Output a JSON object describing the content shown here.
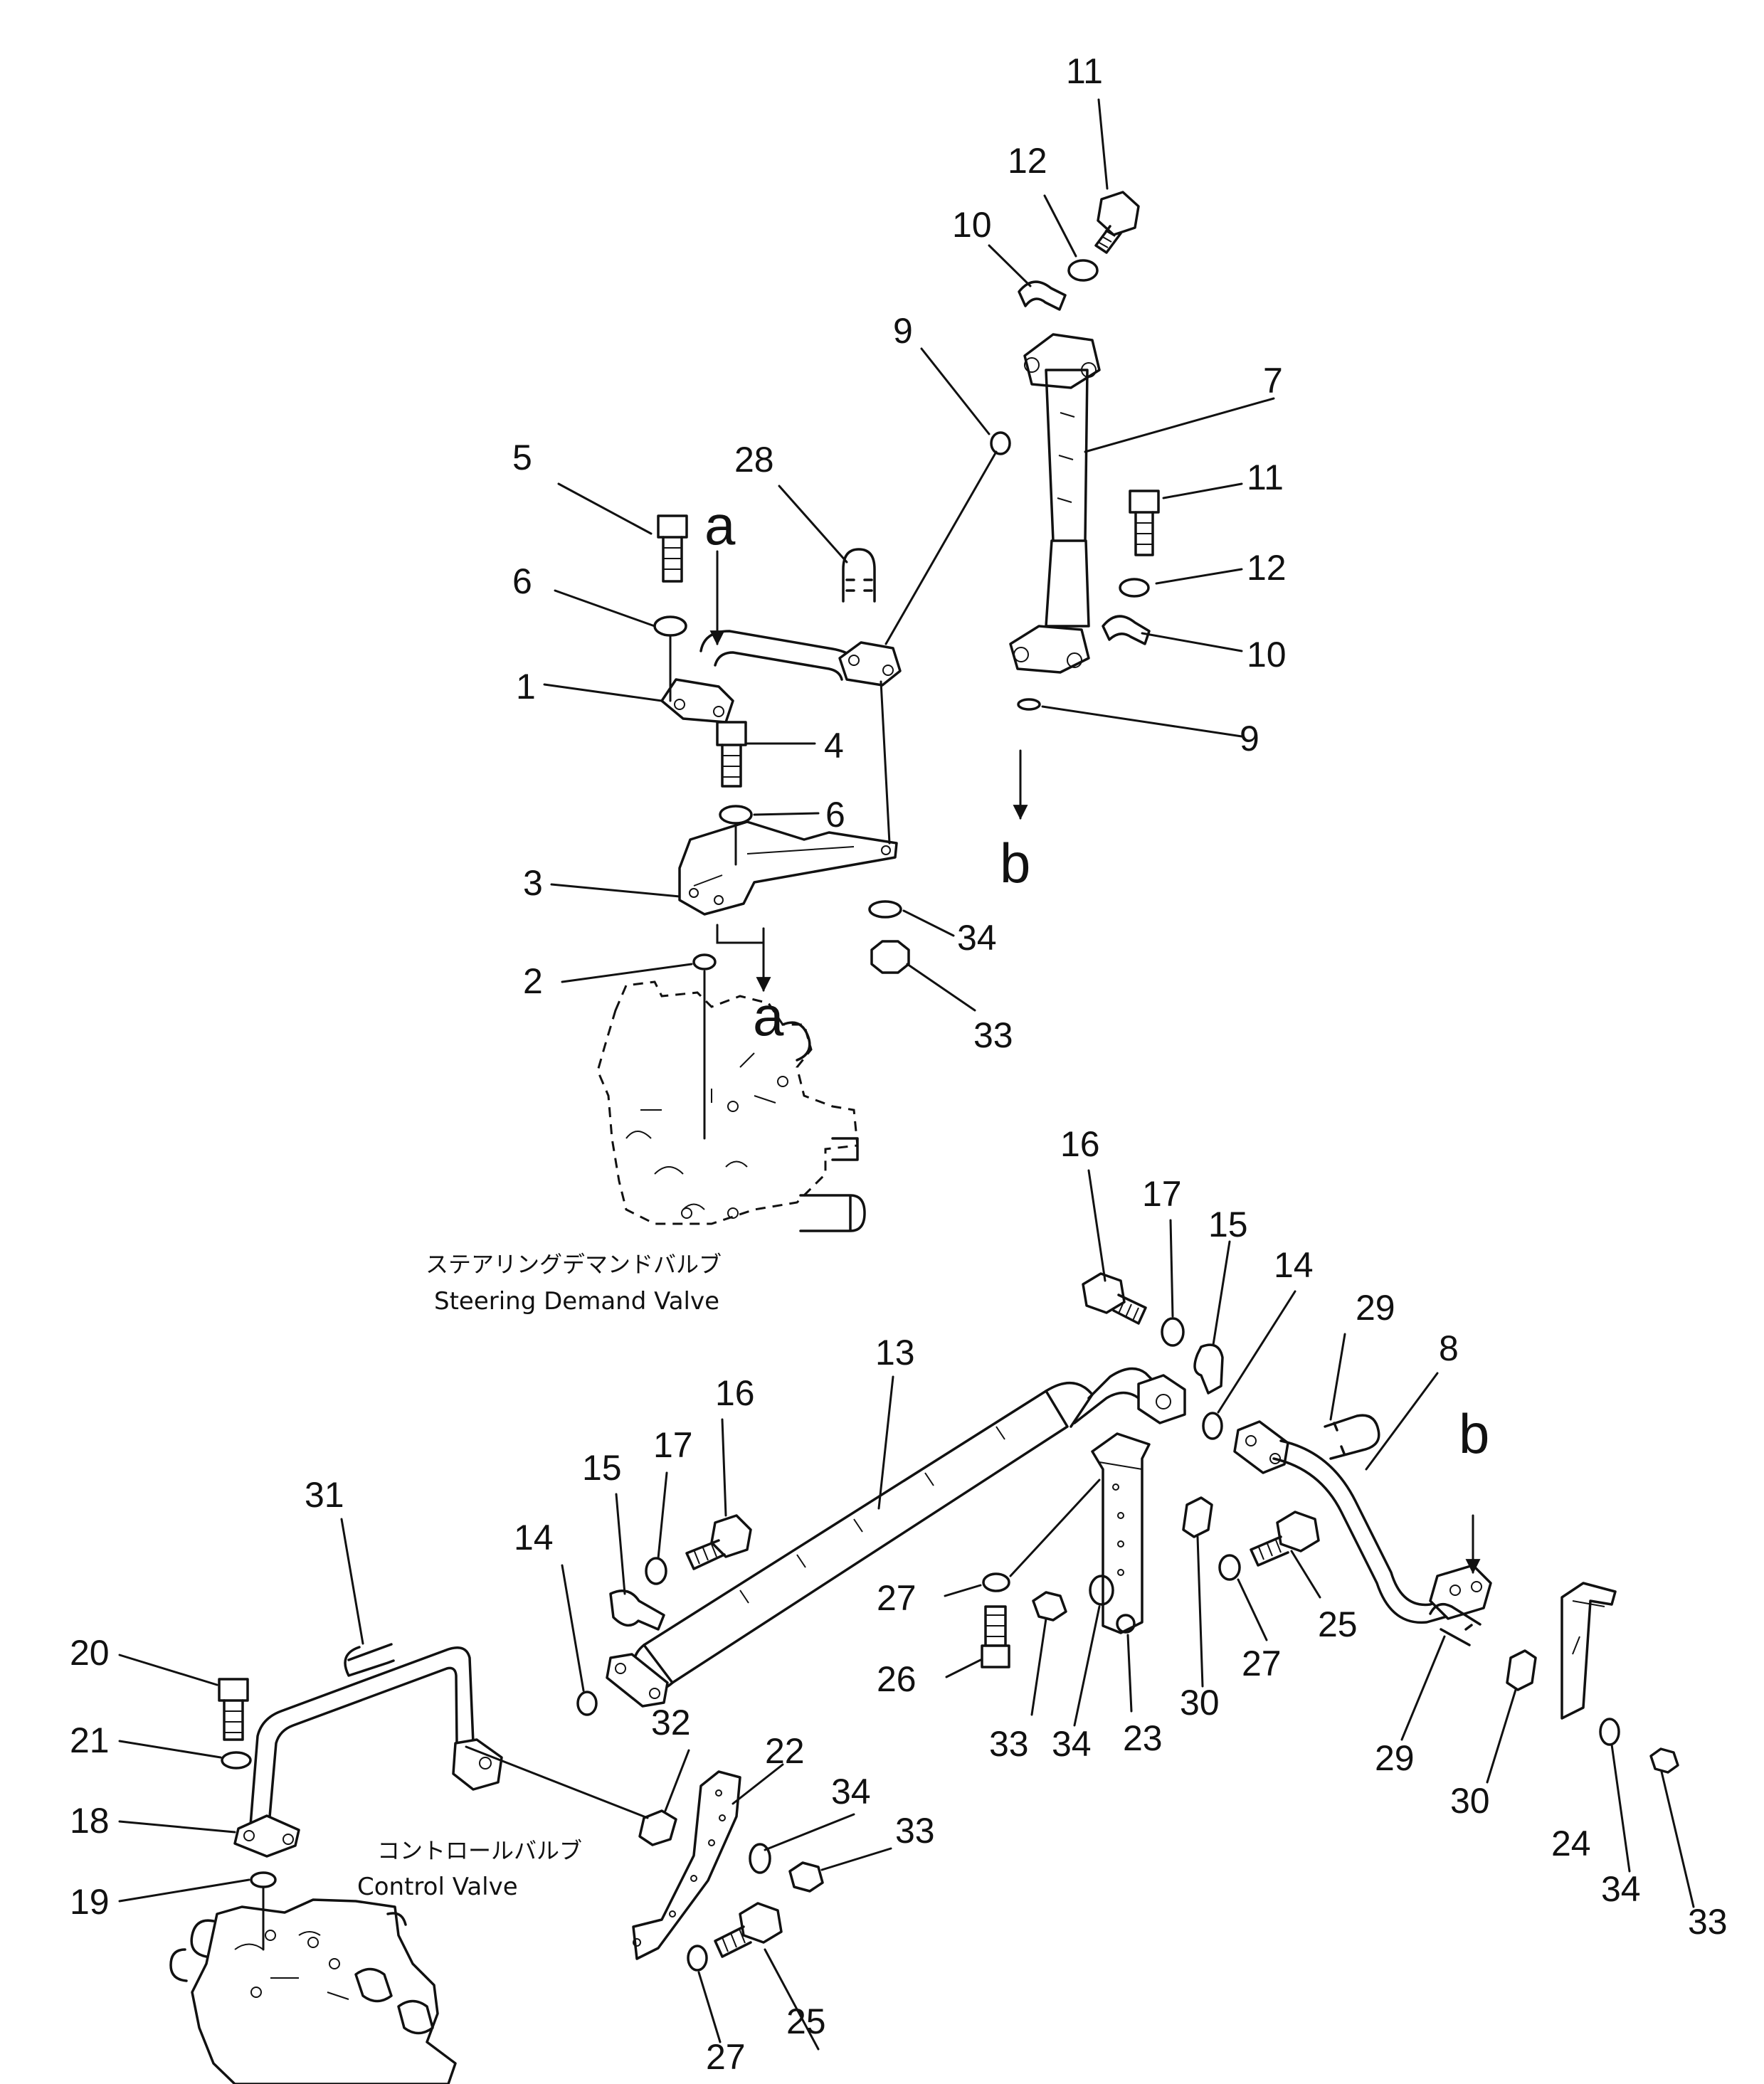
{
  "captions": {
    "steering_jp": "ステアリングデマンドバルブ",
    "steering_en": "Steering Demand Valve",
    "control_jp": "コントロールバルブ",
    "control_en": "Control Valve"
  },
  "arrow_labels": {
    "a_top": "a",
    "a_bottom": "a",
    "b_top": "b",
    "b_bottom": "b"
  },
  "callouts": {
    "c1": "1",
    "c2": "2",
    "c3": "3",
    "c4": "4",
    "c5": "5",
    "c6a": "6",
    "c6b": "6",
    "c7": "7",
    "c8": "8",
    "c9a": "9",
    "c9b": "9",
    "c10a": "10",
    "c10b": "10",
    "c11a": "11",
    "c11b": "11",
    "c12a": "12",
    "c12b": "12",
    "c13": "13",
    "c14a": "14",
    "c14b": "14",
    "c15a": "15",
    "c15b": "15",
    "c16a": "16",
    "c16b": "16",
    "c17a": "17",
    "c17b": "17",
    "c18": "18",
    "c19": "19",
    "c20": "20",
    "c21": "21",
    "c22": "22",
    "c23": "23",
    "c24": "24",
    "c25a": "25",
    "c25b": "25",
    "c26": "26",
    "c27a": "27",
    "c27b": "27",
    "c27c": "27",
    "c28": "28",
    "c29a": "29",
    "c29b": "29",
    "c30a": "30",
    "c30b": "30",
    "c31": "31",
    "c32": "32",
    "c33a": "33",
    "c33b": "33",
    "c33c": "33",
    "c33d": "33",
    "c34a": "34",
    "c34b": "34",
    "c34c": "34",
    "c34d": "34"
  }
}
